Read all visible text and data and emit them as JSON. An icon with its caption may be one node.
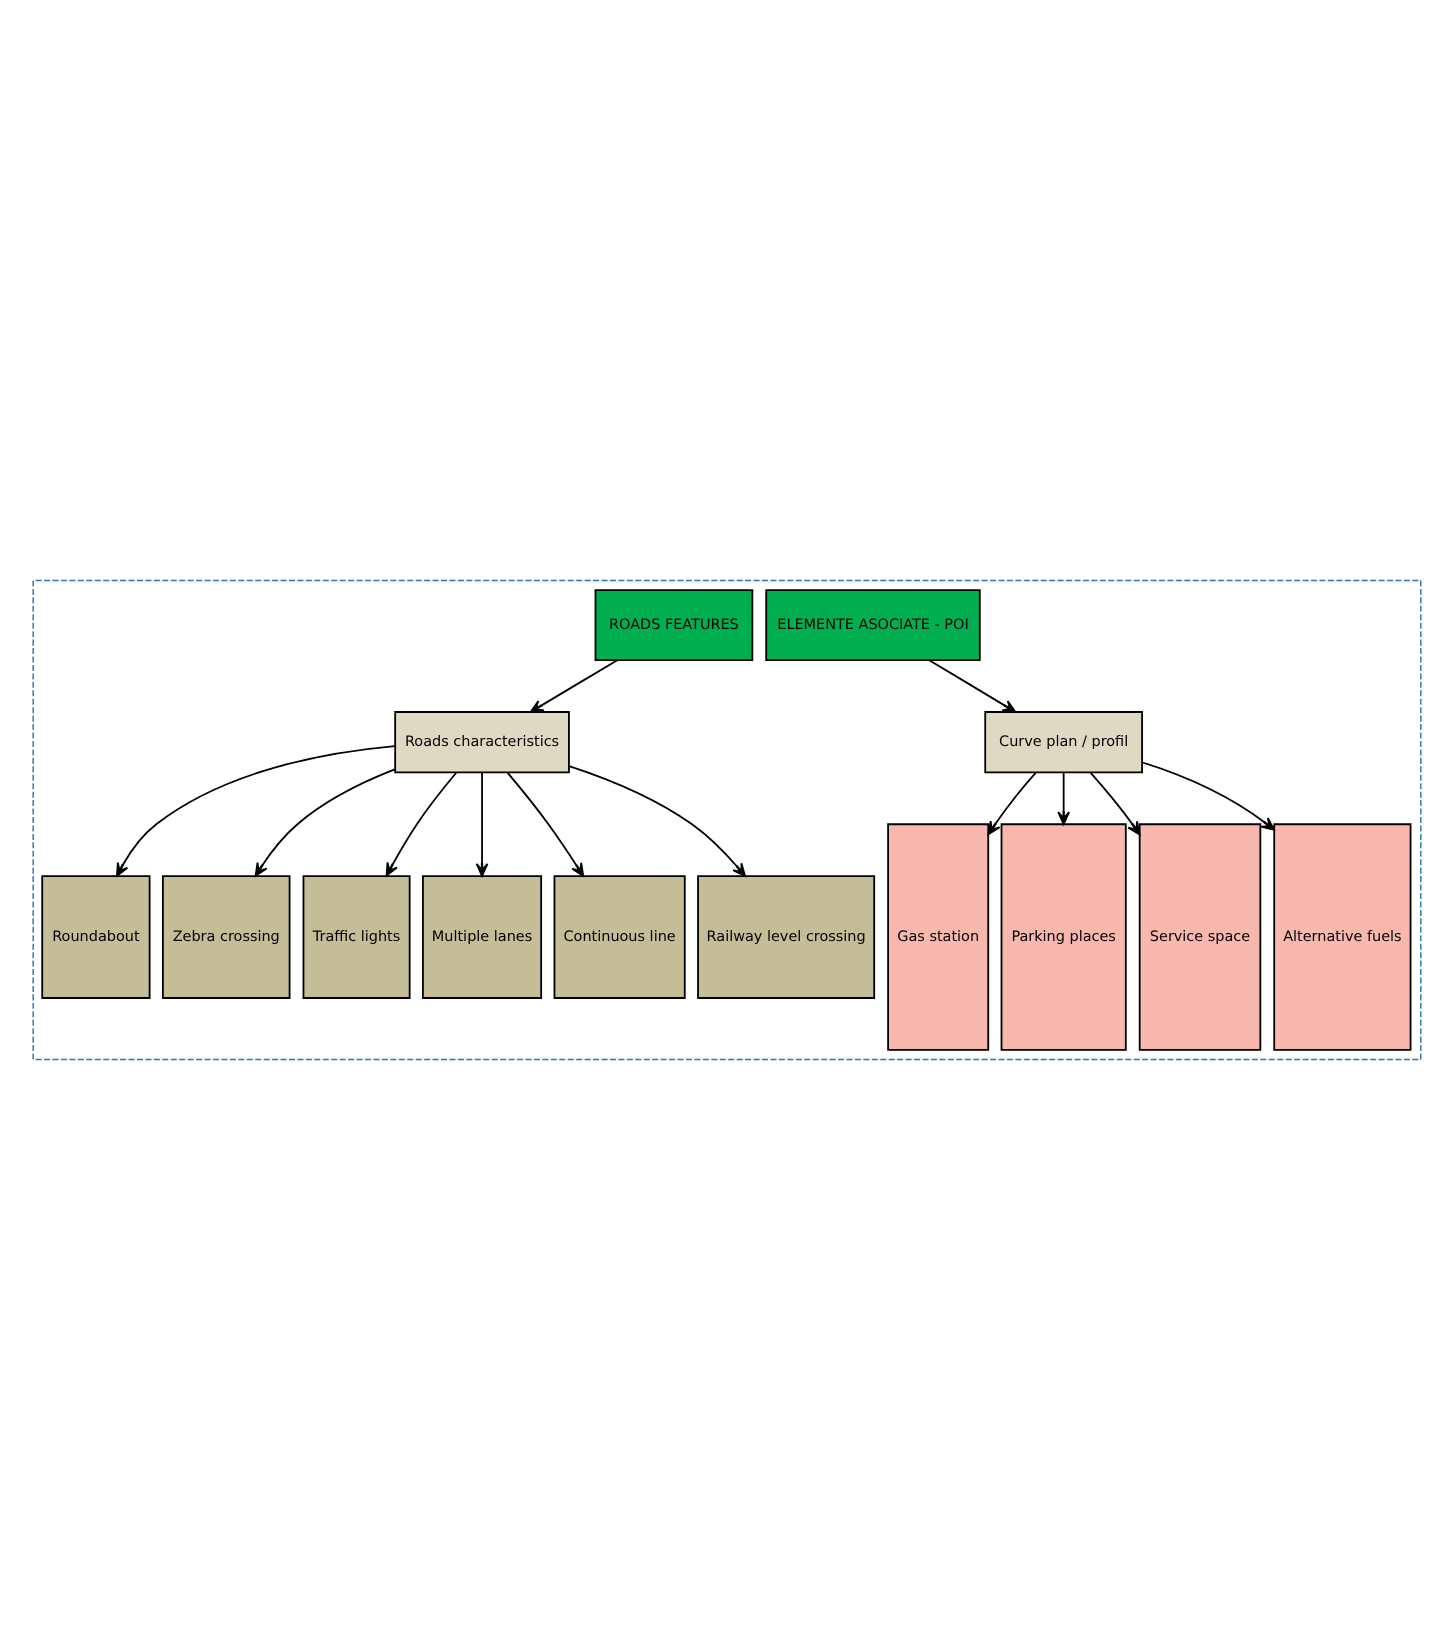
{
  "diagram": {
    "nodes": [
      {
        "text": [],
        "shape": "box"
      },
      {
        "text": [
          "ROADS FEATURES"
        ],
        "in": 0
      },
      {
        "text": [
          "ELEMENTE ASOCIATE - POI"
        ],
        "in": 0
      },
      {
        "text": [
          "Roads characteristics"
        ],
        "in": 0
      },
      {
        "text": [
          "Curve plan / profil"
        ],
        "in": 0
      },
      {
        "text": [
          "Roundabout"
        ],
        "in": 0
      },
      {
        "text": [
          "Zebra crossing"
        ],
        "in": 0
      },
      {
        "text": [
          "Traffic lights"
        ],
        "in": 0
      },
      {
        "text": [
          "Multiple lanes"
        ],
        "in": 0
      },
      {
        "text": [
          "Continuous line"
        ],
        "in": 0
      },
      {
        "text": [
          "Railway level crossing"
        ],
        "in": 0
      },
      {
        "text": [
          "Gas station"
        ],
        "in": 0
      },
      {
        "text": [
          "Parking places"
        ],
        "in": 0
      },
      {
        "text": [
          "Service space"
        ],
        "in": 0
      },
      {
        "text": [
          "Alternative fuels"
        ],
        "in": 0
      }
    ],
    "edges": [
      {
        "from": 1,
        "to": 3,
        "arrow": "to"
      },
      {
        "from": 3,
        "to": 5,
        "arrow": "to"
      },
      {
        "from": 3,
        "to": 6,
        "arrow": "to"
      },
      {
        "from": 3,
        "to": 7,
        "arrow": "to"
      },
      {
        "from": 3,
        "to": 8,
        "arrow": "to"
      },
      {
        "from": 3,
        "to": 9,
        "arrow": "to"
      },
      {
        "from": 3,
        "to": 10,
        "arrow": "to"
      },
      {
        "from": 2,
        "to": 4,
        "arrow": "to"
      },
      {
        "from": 4,
        "to": 11,
        "arrow": "to"
      },
      {
        "from": 4,
        "to": 12,
        "arrow": "to"
      },
      {
        "from": 4,
        "to": 13,
        "arrow": "to"
      },
      {
        "from": 4,
        "to": 14,
        "arrow": "to"
      }
    ]
  }
}
